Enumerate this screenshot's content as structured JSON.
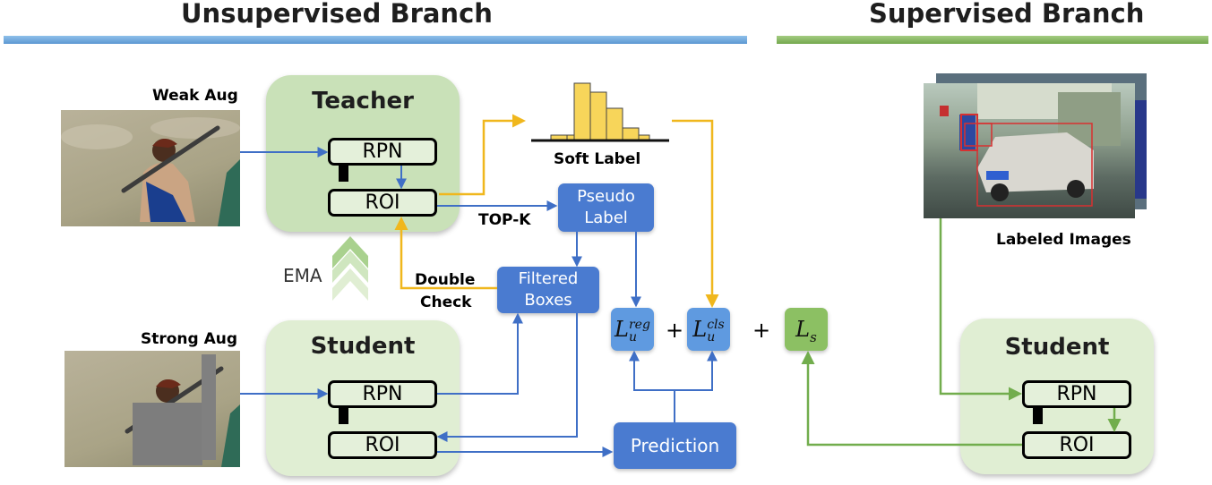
{
  "unsupervised": {
    "title": "Unsupervised Branch"
  },
  "supervised": {
    "title": "Supervised Branch"
  },
  "teacher": {
    "title": "Teacher",
    "rpn": "RPN",
    "roi": "ROI"
  },
  "student_left": {
    "title": "Student",
    "rpn": "RPN",
    "roi": "ROI"
  },
  "student_right": {
    "title": "Student",
    "rpn": "RPN",
    "roi": "ROI"
  },
  "inputs": {
    "weak_aug": "Weak Aug",
    "strong_aug": "Strong Aug",
    "labeled_images": "Labeled Images"
  },
  "labels": {
    "soft_label": "Soft Label",
    "top_k": "TOP-K",
    "ema": "EMA",
    "double_check_1": "Double",
    "double_check_2": "Check",
    "plus": "+"
  },
  "boxes": {
    "pseudo_label_1": "Pseudo",
    "pseudo_label_2": "Label",
    "filtered_boxes_1": "Filtered",
    "filtered_boxes_2": "Boxes",
    "prediction": "Prediction"
  },
  "losses": {
    "reg_base": "L",
    "reg_sub": "u",
    "reg_sup": "reg",
    "cls_base": "L",
    "cls_sub": "u",
    "cls_sup": "cls",
    "sup_base": "L",
    "sup_sub": "s"
  },
  "colors": {
    "blue_arrow": "#3f6fc6",
    "yellow_arrow": "#f0b71d",
    "green_arrow": "#72ad4d",
    "unsup_bar": "#6aa7dd",
    "sup_bar": "#80b25a",
    "panel_green": "#c9e1b8",
    "box_blue": "#4a7bd0"
  }
}
